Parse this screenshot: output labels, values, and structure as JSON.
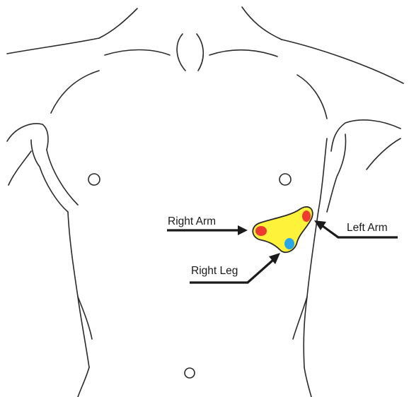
{
  "labels": {
    "right_arm": "Right Arm",
    "left_arm": "Left Arm",
    "right_leg": "Right Leg"
  },
  "colors": {
    "outline": "#2a2a2a",
    "patch_fill": "#fff23a",
    "patch_stroke": "#2a2a2a",
    "electrode_red": "#ee3b2f",
    "electrode_blue": "#2aa7e6",
    "leader": "#1a1a1a"
  },
  "electrodes": [
    {
      "name": "Right Arm",
      "color": "red"
    },
    {
      "name": "Left Arm",
      "color": "red"
    },
    {
      "name": "Right Leg",
      "color": "blue"
    }
  ]
}
